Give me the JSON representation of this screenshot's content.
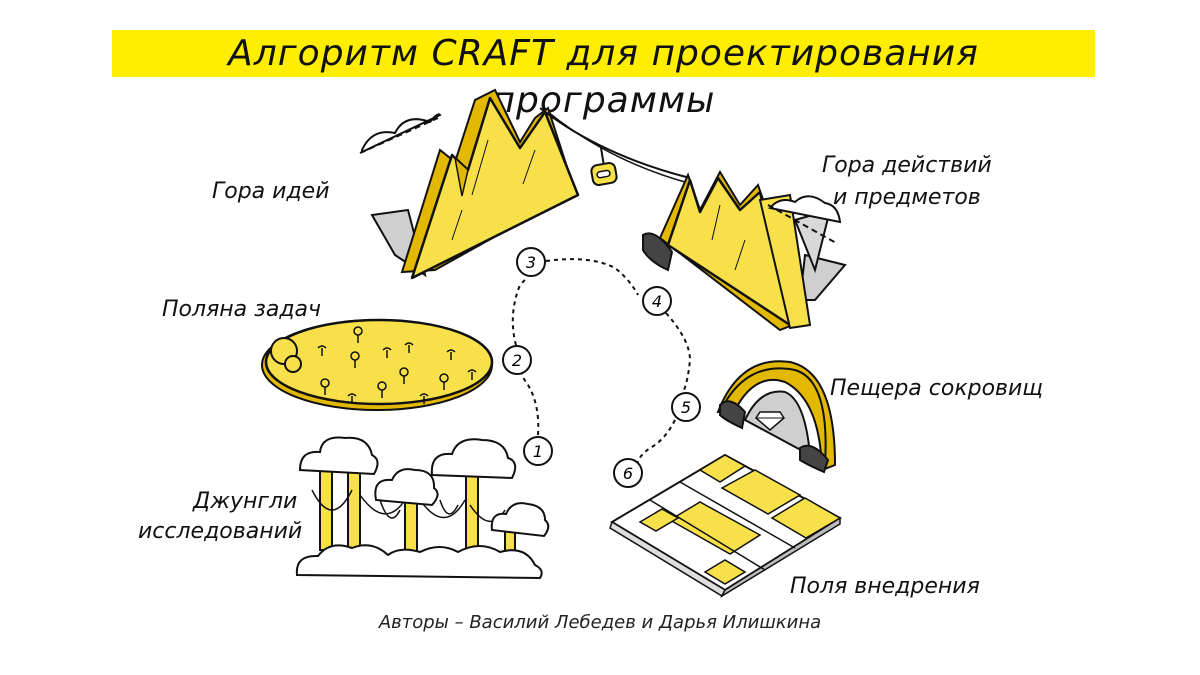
{
  "title": "Алгоритм CRAFT для проектирования программы",
  "labels": {
    "idea_mountain": "Гора идей",
    "action_mountain_line1": "Гора действий",
    "action_mountain_line2": "и предметов",
    "task_meadow": "Поляна задач",
    "jungle_line1": "Джунгли",
    "jungle_line2": "исследований",
    "treasure_cave": "Пещера сокровищ",
    "fields": "Поля внедрения"
  },
  "steps": [
    "1",
    "2",
    "3",
    "4",
    "5",
    "6"
  ],
  "authors": "Авторы – Василий Лебедев и Дарья Илишкина",
  "colors": {
    "accent_yellow": "#ffee00",
    "fill_yellow": "#f7e04a",
    "dark_yellow": "#e3b800",
    "outline": "#111111",
    "gray": "#d0d0d0",
    "dark_gray": "#555555"
  },
  "icons": [
    "cloud-icon",
    "cable-car-icon",
    "flower-icon",
    "diamond-icon",
    "rock-icon"
  ]
}
